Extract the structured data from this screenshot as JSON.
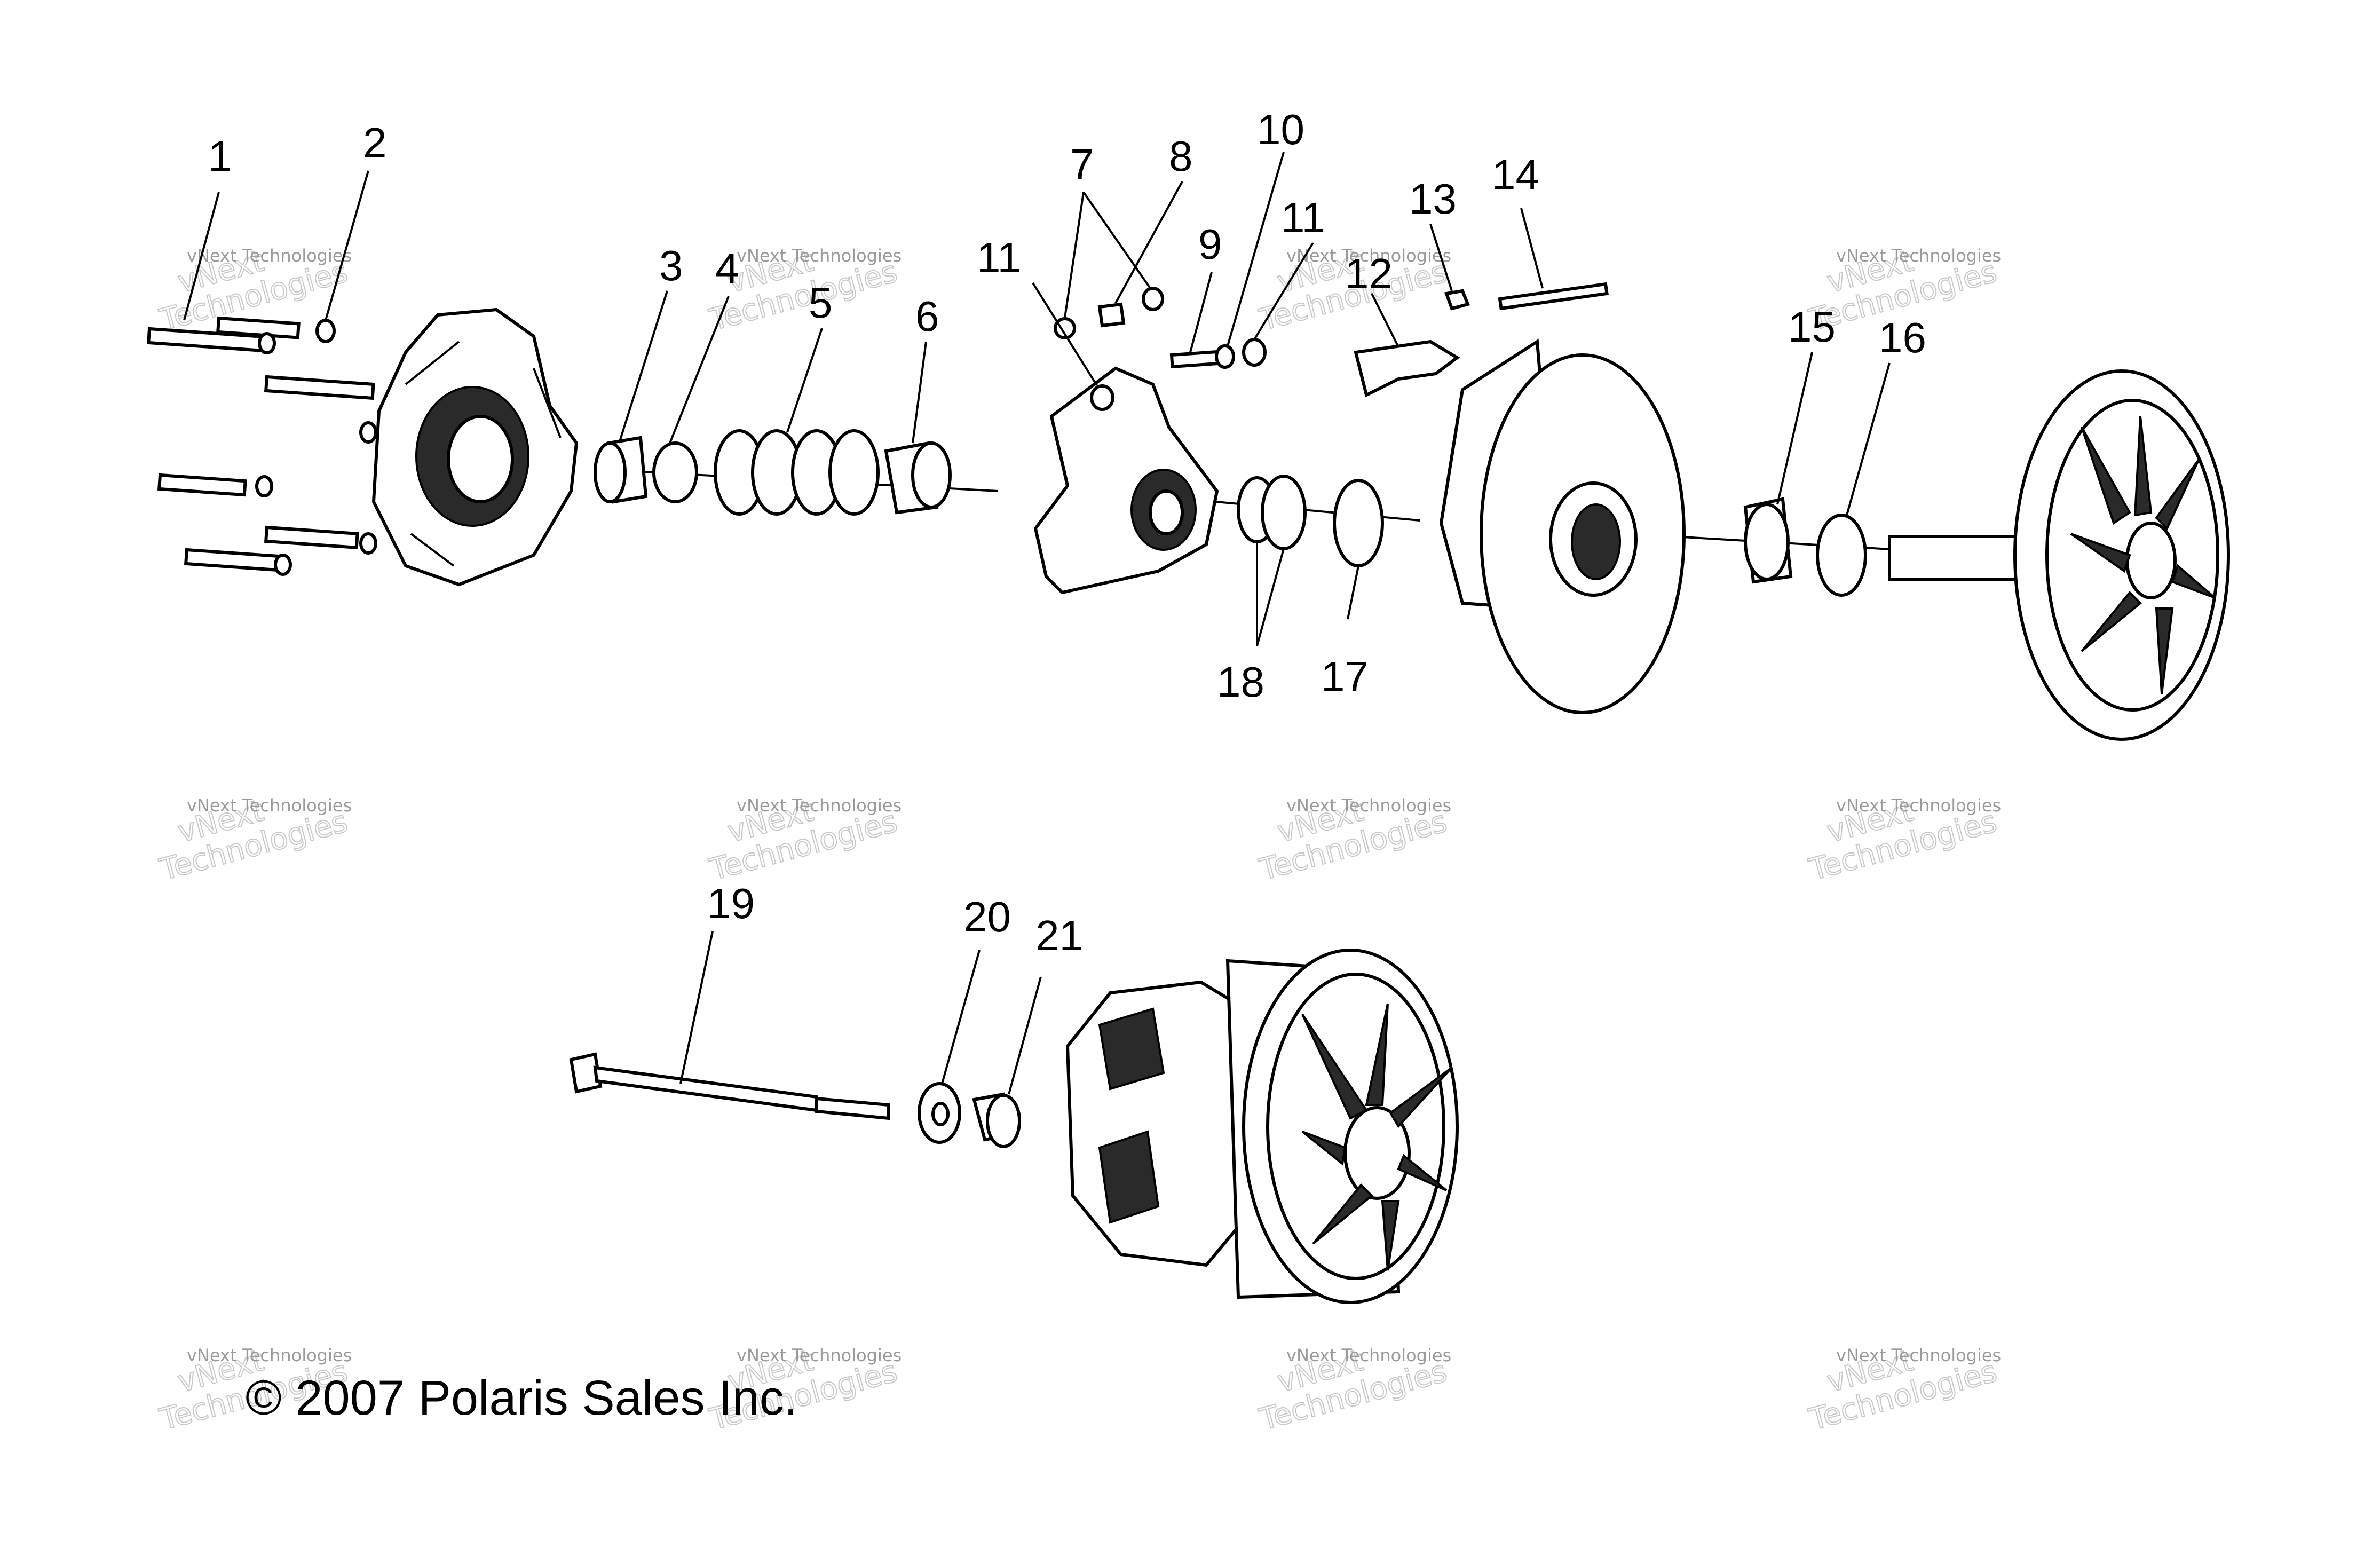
{
  "callouts": [
    "1",
    "2",
    "3",
    "4",
    "5",
    "6",
    "7",
    "8",
    "9",
    "10",
    "11",
    "11",
    "12",
    "13",
    "14",
    "15",
    "16",
    "17",
    "18",
    "19",
    "20",
    "21"
  ],
  "watermark": {
    "line1": "vNext Technologies",
    "line2": "vNext\nTechnologies"
  },
  "copyright": "© 2007 Polaris Sales Inc."
}
